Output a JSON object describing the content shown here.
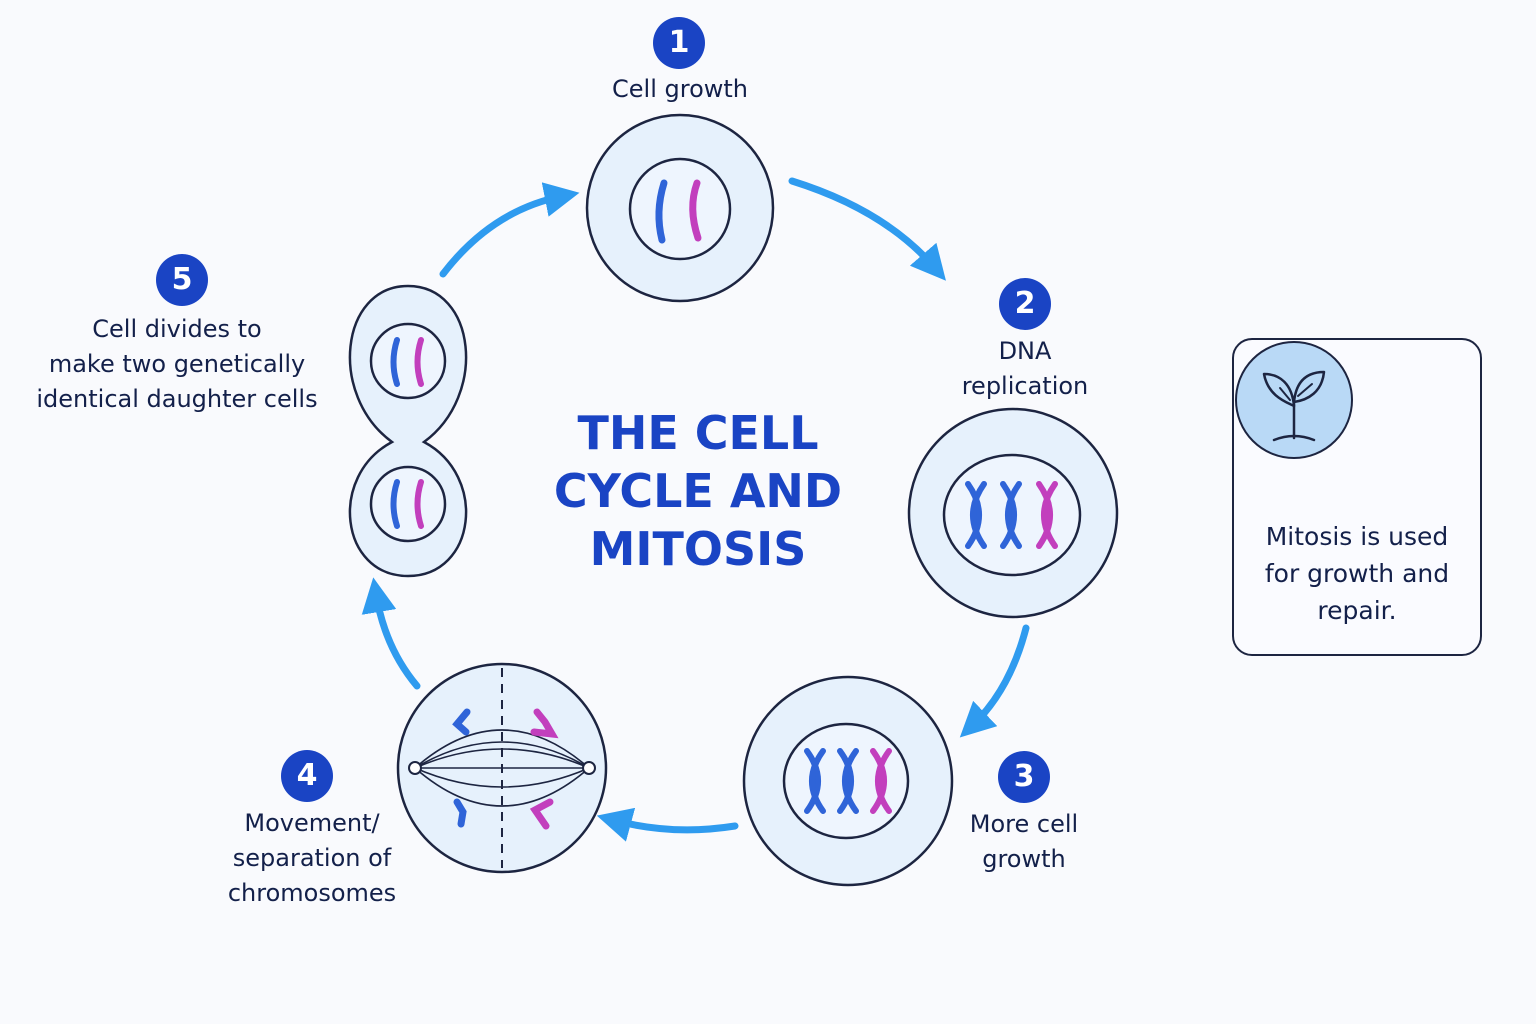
{
  "diagram": {
    "title_lines": [
      "THE CELL",
      "CYCLE AND",
      "MITOSIS"
    ],
    "colors": {
      "background": "#f9fafd",
      "badge": "#1a44c4",
      "title": "#1a44c4",
      "arrow": "#2f9bef",
      "cell_fill": "#e6f1fc",
      "outline": "#1d2541",
      "chromosome_blue": "#2f64d8",
      "chromosome_magenta": "#c23fbd"
    },
    "steps": [
      {
        "number": "1",
        "label_lines": [
          "Cell growth"
        ]
      },
      {
        "number": "2",
        "label_lines": [
          "DNA",
          "replication"
        ]
      },
      {
        "number": "3",
        "label_lines": [
          "More cell",
          "growth"
        ]
      },
      {
        "number": "4",
        "label_lines": [
          "Movement/",
          "separation of",
          "chromosomes"
        ]
      },
      {
        "number": "5",
        "label_lines": [
          "Cell divides to",
          "make two genetically",
          "identical daughter cells"
        ]
      }
    ],
    "info_box": {
      "icon": "sprout-icon",
      "text_lines": [
        "Mitosis is used",
        "for growth and",
        "repair."
      ]
    }
  }
}
